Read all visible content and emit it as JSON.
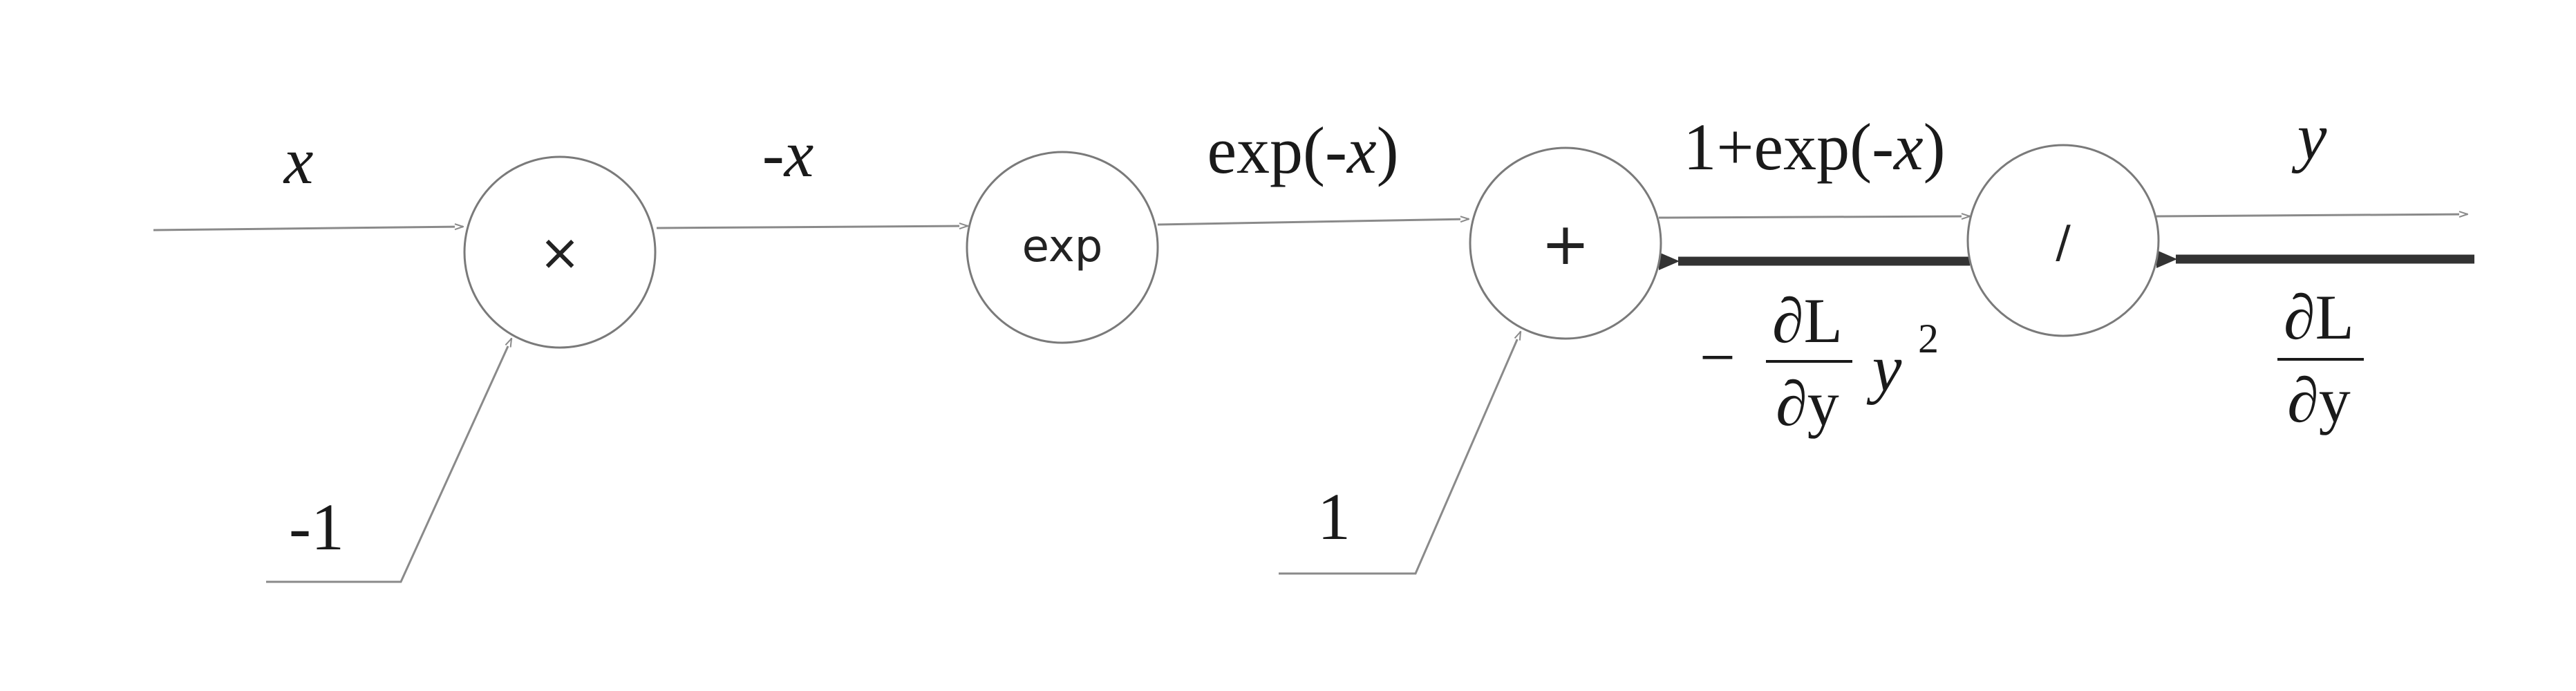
{
  "colors": {
    "background": "#ffffff",
    "forward_line": "#8a8a8a",
    "backward_arrow": "#333333",
    "node_stroke": "#7a7a7a",
    "text": "#1a1a1a"
  },
  "nodes": {
    "multiply": {
      "symbol": "×"
    },
    "exp": {
      "symbol": "exp"
    },
    "add": {
      "symbol": "+"
    },
    "divide": {
      "symbol": "/"
    }
  },
  "edges": {
    "input_x": {
      "var": "x"
    },
    "neg_one": {
      "text": "-1"
    },
    "neg_x": {
      "sign": "-",
      "var": "x"
    },
    "exp_neg_x": {
      "prefix": "exp(-",
      "var": "x",
      "suffix": ")"
    },
    "one": {
      "text": "1"
    },
    "one_plus_exp": {
      "prefix": "1+exp(-",
      "var": "x",
      "suffix": ")"
    },
    "output_y": {
      "var": "y"
    }
  },
  "backward": {
    "incoming": {
      "numerator": "∂L",
      "denominator": "∂y"
    },
    "after_divide": {
      "sign": "−",
      "numerator": "∂L",
      "denominator": "∂y",
      "base": "y",
      "exponent": "2"
    }
  }
}
